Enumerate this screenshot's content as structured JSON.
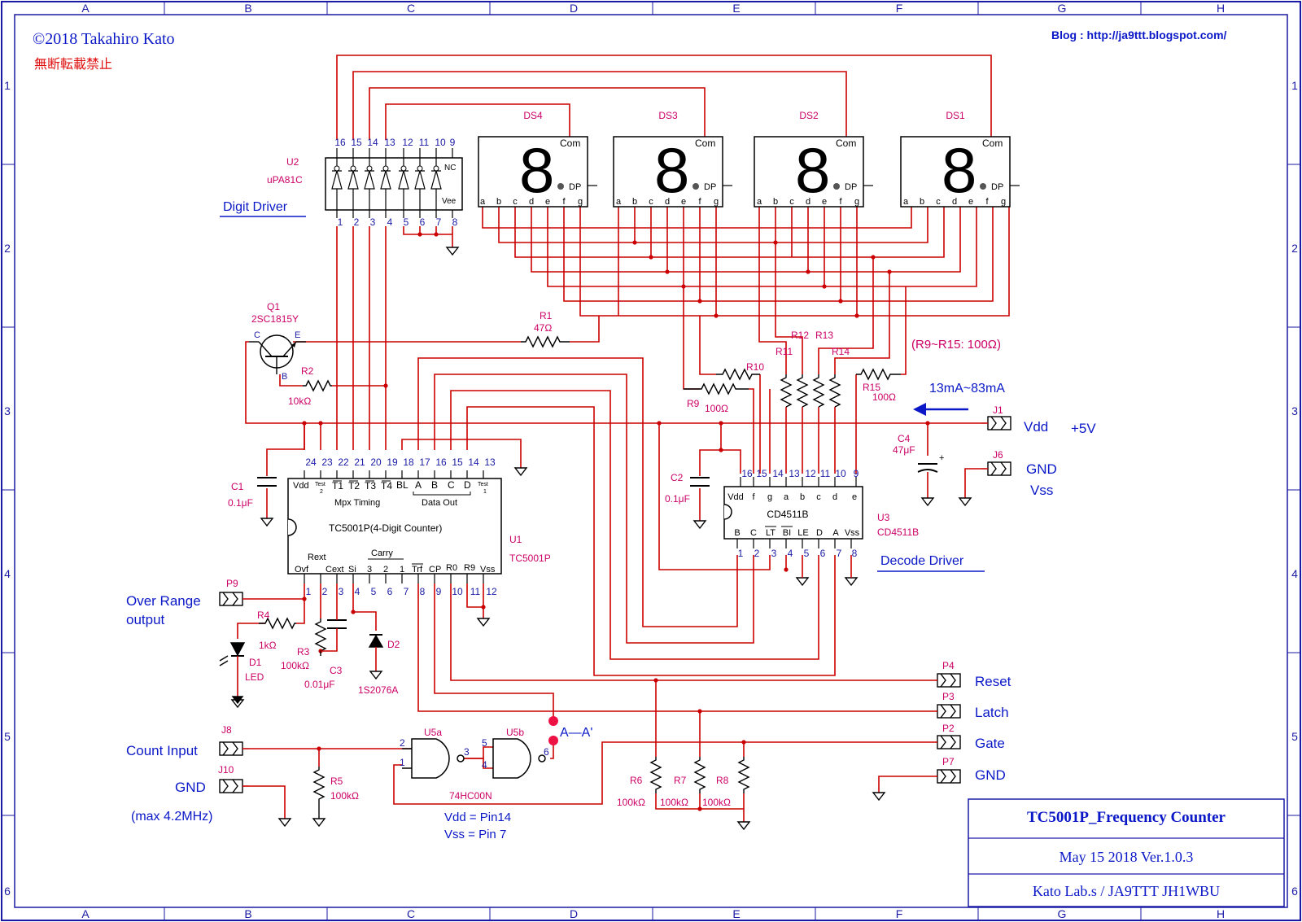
{
  "sheet": {
    "cols": [
      "A",
      "B",
      "C",
      "D",
      "E",
      "F",
      "G",
      "H"
    ],
    "rows": [
      "1",
      "2",
      "3",
      "4",
      "5",
      "6"
    ],
    "copyright": "©2018 Takahiro Kato",
    "notice": "無断転載禁止",
    "blog": "Blog : http://ja9ttt.blogspot.com/"
  },
  "title_block": {
    "title": "TC5001P_Frequency Counter",
    "date_version": "May 15 2018  Ver.1.0.3",
    "authors": "Kato Lab.s  / JA9TTT  JH1WBU"
  },
  "displays": [
    {
      "ref": "DS4",
      "com": "Com",
      "dp": "DP",
      "digit": "8"
    },
    {
      "ref": "DS3",
      "com": "Com",
      "dp": "DP",
      "digit": "8"
    },
    {
      "ref": "DS2",
      "com": "Com",
      "dp": "DP",
      "digit": "8"
    },
    {
      "ref": "DS1",
      "com": "Com",
      "dp": "DP",
      "digit": "8"
    }
  ],
  "segment_pins": [
    "a",
    "b",
    "c",
    "d",
    "e",
    "f",
    "g"
  ],
  "u2": {
    "ref": "U2",
    "part": "uPA81C",
    "title": "Digit Driver",
    "nc": "NC",
    "vee": "Vee",
    "pins_top": [
      "16",
      "15",
      "14",
      "13",
      "12",
      "11",
      "10",
      "9"
    ],
    "pins_bottom": [
      "1",
      "2",
      "3",
      "4",
      "5",
      "6",
      "7",
      "8"
    ]
  },
  "u1": {
    "ref": "U1",
    "part": "TC5001P",
    "title": "TC5001P(4-Digit Counter)",
    "pins_top": [
      "24",
      "23",
      "22",
      "21",
      "20",
      "19",
      "18",
      "17",
      "16",
      "15",
      "14",
      "13"
    ],
    "pins_bottom": [
      "1",
      "2",
      "3",
      "4",
      "5",
      "6",
      "7",
      "8",
      "9",
      "10",
      "11",
      "12"
    ],
    "top_labels": {
      "vdd": "Vdd",
      "test2": "Test",
      "test2_n": "2",
      "t1": "T1",
      "t2": "T2",
      "t3": "T3",
      "t4": "T4",
      "bl": "BL",
      "a": "A",
      "b": "B",
      "c": "C",
      "d": "D",
      "test1": "Test",
      "test1_n": "1"
    },
    "mpx": "Mpx  Timing",
    "data_out": "Data Out",
    "bottom_labels": {
      "ovf": "Ovf",
      "rext": "Rext",
      "cext": "Cext",
      "si": "Si",
      "carry": "Carry",
      "c3": "3",
      "c2": "2",
      "c1": "1",
      "trf": "Trf",
      "cp": "CP",
      "r0": "R0",
      "r9": "R9",
      "vss": "Vss"
    }
  },
  "u3": {
    "ref": "U3",
    "part": "CD4511B",
    "name": "CD4511B",
    "pins_top": [
      "16",
      "15",
      "14",
      "13",
      "12",
      "11",
      "10",
      "9"
    ],
    "top_labels": [
      "Vdd",
      "f",
      "g",
      "a",
      "b",
      "c",
      "d",
      "e"
    ],
    "pins_bottom": [
      "1",
      "2",
      "3",
      "4",
      "5",
      "6",
      "7",
      "8"
    ],
    "bottom_labels": [
      "B",
      "C",
      "LT",
      "BI",
      "LE",
      "D",
      "A",
      "Vss"
    ],
    "title": "Decode Driver"
  },
  "q1": {
    "ref": "Q1",
    "part": "2SC1815Y",
    "c": "C",
    "e": "E",
    "b": "B"
  },
  "resistors": {
    "r1": {
      "ref": "R1",
      "val": "47Ω"
    },
    "r2": {
      "ref": "R2",
      "val": "10kΩ"
    },
    "r3": {
      "ref": "R3",
      "val": "100kΩ"
    },
    "r4": {
      "ref": "R4",
      "val": "1kΩ"
    },
    "r5": {
      "ref": "R5",
      "val": "100kΩ"
    },
    "r6": {
      "ref": "R6",
      "val": "100kΩ"
    },
    "r7": {
      "ref": "R7",
      "val": "100kΩ"
    },
    "r8": {
      "ref": "R8",
      "val": "100kΩ"
    },
    "r9": {
      "ref": "R9",
      "val": "100Ω"
    },
    "r10": {
      "ref": "R10"
    },
    "r11": {
      "ref": "R11"
    },
    "r12": {
      "ref": "R12"
    },
    "r13": {
      "ref": "R13"
    },
    "r14": {
      "ref": "R14"
    },
    "r15": {
      "ref": "R15",
      "val": "100Ω"
    },
    "note": "(R9~R15: 100Ω)"
  },
  "caps": {
    "c1": {
      "ref": "C1",
      "val": "0.1μF"
    },
    "c2": {
      "ref": "C2",
      "val": "0.1μF"
    },
    "c3": {
      "ref": "C3",
      "val": "0.01μF"
    },
    "c4": {
      "ref": "C4",
      "val": "47μF"
    }
  },
  "diodes": {
    "d1": {
      "ref": "D1",
      "val": "LED"
    },
    "d2": {
      "ref": "D2",
      "val": "1S2076A"
    }
  },
  "gates": {
    "u5a": "U5a",
    "u5b": "U5b",
    "part": "74HC00N",
    "vdd": "Vdd = Pin14",
    "vss": "Vss = Pin 7",
    "pin1": "1",
    "pin2": "2",
    "pin3": "3",
    "pin4": "4",
    "pin5": "5",
    "pin6": "6"
  },
  "connectors": {
    "j1": {
      "ref": "J1",
      "label": "Vdd",
      "extra": "+5V"
    },
    "j6": {
      "ref": "J6",
      "label": "GND",
      "extra": "Vss"
    },
    "j8": {
      "ref": "J8",
      "label": "Count Input"
    },
    "j10": {
      "ref": "J10",
      "label": "GND",
      "extra": "(max 4.2MHz)"
    },
    "p9": {
      "ref": "P9",
      "label": "Over Range",
      "label2": "output"
    },
    "p4": {
      "ref": "P4",
      "label": "Reset"
    },
    "p3": {
      "ref": "P3",
      "label": "Latch"
    },
    "p2": {
      "ref": "P2",
      "label": "Gate"
    },
    "p7": {
      "ref": "P7",
      "label": "GND"
    }
  },
  "notes": {
    "current": "13mA~83mA",
    "aa": "A—A'"
  },
  "colors": {
    "wire": "#cc0000",
    "pin": "#1a1aa6",
    "ref": "#cc0066",
    "blue": "#0a18c8",
    "frame": "#1a1aa6"
  }
}
